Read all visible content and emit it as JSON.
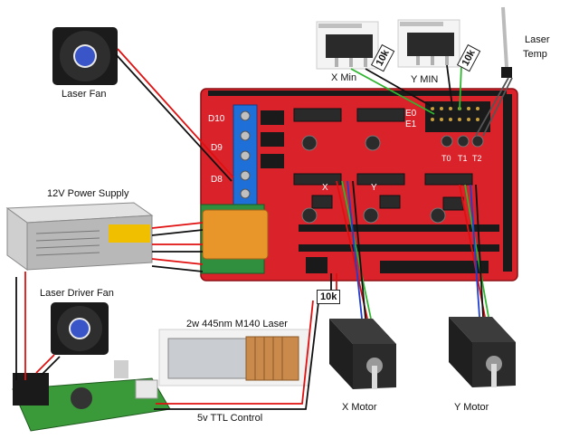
{
  "components": {
    "laser_fan": "Laser Fan",
    "power_supply": "12V Power Supply",
    "driver_fan": "Laser Driver Fan",
    "laser_module": "2w 445nm M140 Laser",
    "ttl_control": "5v TTL Control",
    "x_min": "X Min",
    "y_min": "Y MIN",
    "laser_temp_line1": "Laser",
    "laser_temp_line2": "Temp",
    "x_motor": "X Motor",
    "y_motor": "Y Motor"
  },
  "resistors": {
    "x_min_pullup": "10k",
    "y_min_pullup": "10k",
    "ttl_resistor": "10k"
  },
  "board": {
    "silk_d10": "D10",
    "silk_d9": "D9",
    "silk_d8": "D8",
    "silk_x": "X",
    "silk_y": "Y",
    "silk_e0": "E0",
    "silk_e1": "E1",
    "silk_t0": "T0",
    "silk_t1": "T1",
    "silk_t2": "T2"
  },
  "colors": {
    "board_red": "#d9222a",
    "wire_red": "#e01010",
    "wire_black": "#111111",
    "wire_green": "#2fb52f",
    "wire_blue": "#1f3fd0",
    "terminal_blue": "#1f6fd8",
    "fuse_orange": "#e8962a",
    "laser_brass": "#c98a4b",
    "driver_green": "#3a9a3a"
  }
}
